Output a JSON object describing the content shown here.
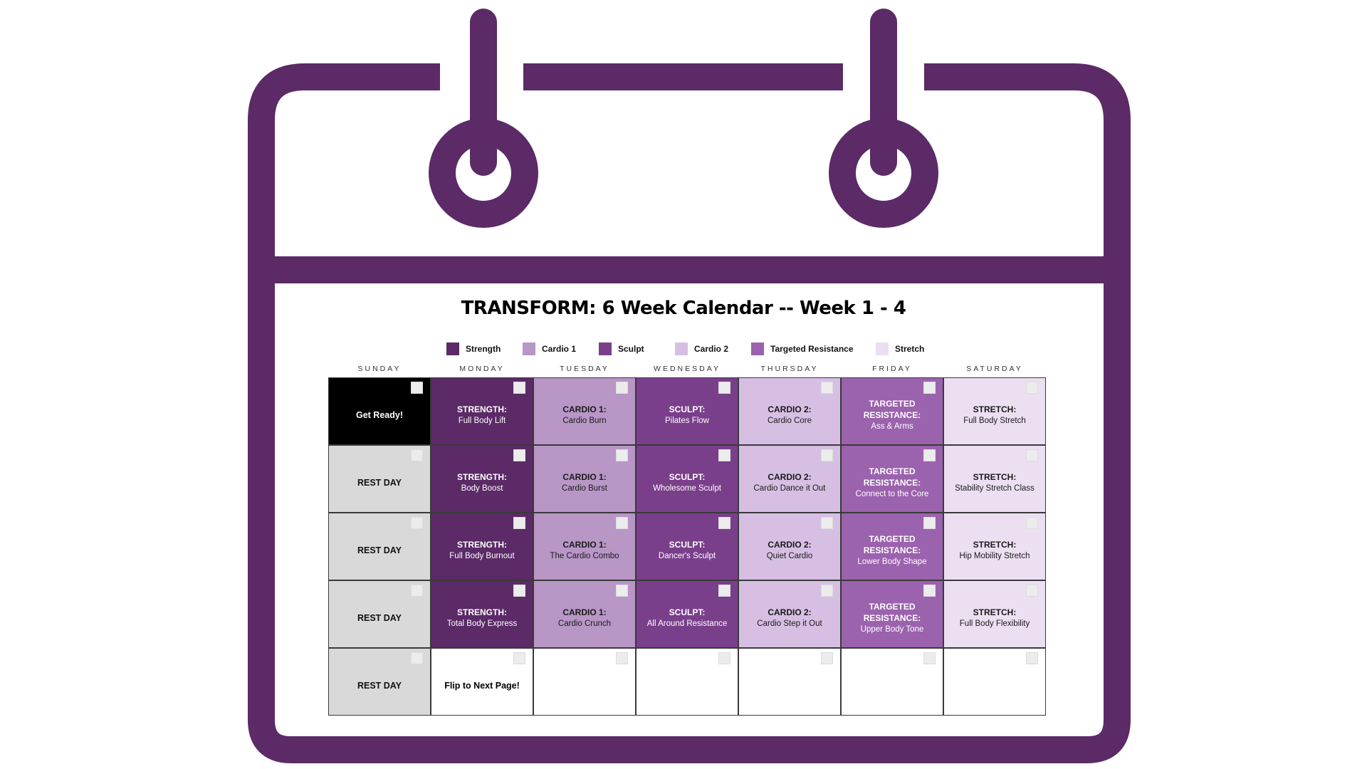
{
  "title": "TRANSFORM: 6 Week Calendar -- Week 1 - 4",
  "colors": {
    "frame": "#5c2a67",
    "strength": "#5b2a67",
    "cardio1": "#b896c6",
    "sculpt": "#7a3f8b",
    "cardio2": "#d7bfe3",
    "targeted": "#9b62ad",
    "stretch": "#ecdff2",
    "rest": "#d9d9d9"
  },
  "legend": [
    {
      "label": "Strength",
      "color": "#5b2a67"
    },
    {
      "label": "Cardio 1",
      "color": "#b896c6"
    },
    {
      "label": "Sculpt",
      "color": "#7a3f8b"
    },
    {
      "label": "Cardio 2",
      "color": "#d7bfe3"
    },
    {
      "label": "Targeted Resistance",
      "color": "#9b62ad"
    },
    {
      "label": "Stretch",
      "color": "#ecdff2"
    }
  ],
  "days": [
    "SUNDAY",
    "MONDAY",
    "TUESDAY",
    "WEDNESDAY",
    "THURSDAY",
    "FRIDAY",
    "SATURDAY"
  ],
  "weeks": [
    [
      {
        "kind": "black",
        "special": "Get Ready!"
      },
      {
        "kind": "strength",
        "category": "STRENGTH:",
        "name": "Full Body Lift"
      },
      {
        "kind": "cardio1",
        "category": "CARDIO 1:",
        "name": "Cardio Burn"
      },
      {
        "kind": "sculpt",
        "category": "SCULPT:",
        "name": "Pilates Flow"
      },
      {
        "kind": "cardio2",
        "category": "CARDIO 2:",
        "name": "Cardio Core"
      },
      {
        "kind": "targeted",
        "category": "TARGETED RESISTANCE:",
        "name": "Ass & Arms"
      },
      {
        "kind": "stretch",
        "category": "STRETCH:",
        "name": "Full Body Stretch"
      }
    ],
    [
      {
        "kind": "rest",
        "special": "REST DAY"
      },
      {
        "kind": "strength",
        "category": "STRENGTH:",
        "name": "Body Boost"
      },
      {
        "kind": "cardio1",
        "category": "CARDIO 1:",
        "name": "Cardio Burst"
      },
      {
        "kind": "sculpt",
        "category": "SCULPT:",
        "name": "Wholesome Sculpt"
      },
      {
        "kind": "cardio2",
        "category": "CARDIO 2:",
        "name": "Cardio Dance it Out"
      },
      {
        "kind": "targeted",
        "category": "TARGETED RESISTANCE:",
        "name": "Connect to the Core"
      },
      {
        "kind": "stretch",
        "category": "STRETCH:",
        "name": "Stability Stretch Class"
      }
    ],
    [
      {
        "kind": "rest",
        "special": "REST DAY"
      },
      {
        "kind": "strength",
        "category": "STRENGTH:",
        "name": "Full Body Burnout"
      },
      {
        "kind": "cardio1",
        "category": "CARDIO 1:",
        "name": "The Cardio Combo"
      },
      {
        "kind": "sculpt",
        "category": "SCULPT:",
        "name": "Dancer's Sculpt"
      },
      {
        "kind": "cardio2",
        "category": "CARDIO 2:",
        "name": "Quiet Cardio"
      },
      {
        "kind": "targeted",
        "category": "TARGETED RESISTANCE:",
        "name": "Lower Body Shape"
      },
      {
        "kind": "stretch",
        "category": "STRETCH:",
        "name": "Hip Mobility Stretch"
      }
    ],
    [
      {
        "kind": "rest",
        "special": "REST DAY"
      },
      {
        "kind": "strength",
        "category": "STRENGTH:",
        "name": "Total Body Express"
      },
      {
        "kind": "cardio1",
        "category": "CARDIO 1:",
        "name": "Cardio Crunch"
      },
      {
        "kind": "sculpt",
        "category": "SCULPT:",
        "name": "All Around Resistance"
      },
      {
        "kind": "cardio2",
        "category": "CARDIO 2:",
        "name": "Cardio Step it Out"
      },
      {
        "kind": "targeted",
        "category": "TARGETED RESISTANCE:",
        "name": "Upper Body Tone"
      },
      {
        "kind": "stretch",
        "category": "STRETCH:",
        "name": "Full Body Flexibility"
      }
    ],
    [
      {
        "kind": "rest",
        "special": "REST DAY"
      },
      {
        "kind": "white",
        "special": "Flip to Next Page!"
      },
      {
        "kind": "empty"
      },
      {
        "kind": "empty"
      },
      {
        "kind": "empty"
      },
      {
        "kind": "empty"
      },
      {
        "kind": "empty"
      }
    ]
  ]
}
